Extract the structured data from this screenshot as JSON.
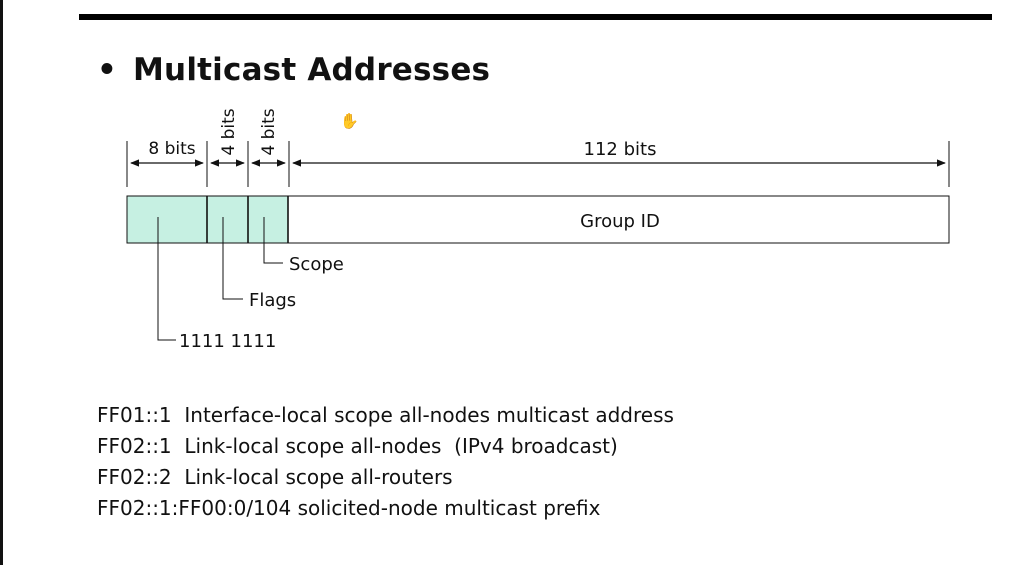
{
  "slide": {
    "bullet": "•",
    "title": "Multicast Addresses"
  },
  "diagram": {
    "field_widths": [
      "8 bits",
      "4 bits",
      "4 bits",
      "112 bits"
    ],
    "group_id_label": "Group ID",
    "callouts": {
      "scope": "Scope",
      "flags": "Flags",
      "prefix": "1111 1111"
    },
    "colors": {
      "header_fill": "#c6f0e2",
      "outline": "#111111"
    }
  },
  "addresses": [
    "FF01::1  Interface-local scope all-nodes multicast address",
    "FF02::1  Link-local scope all-nodes  (IPv4 broadcast)",
    "FF02::2  Link-local scope all-routers",
    "FF02::1:FF00:0/104 solicited-node multicast prefix"
  ]
}
